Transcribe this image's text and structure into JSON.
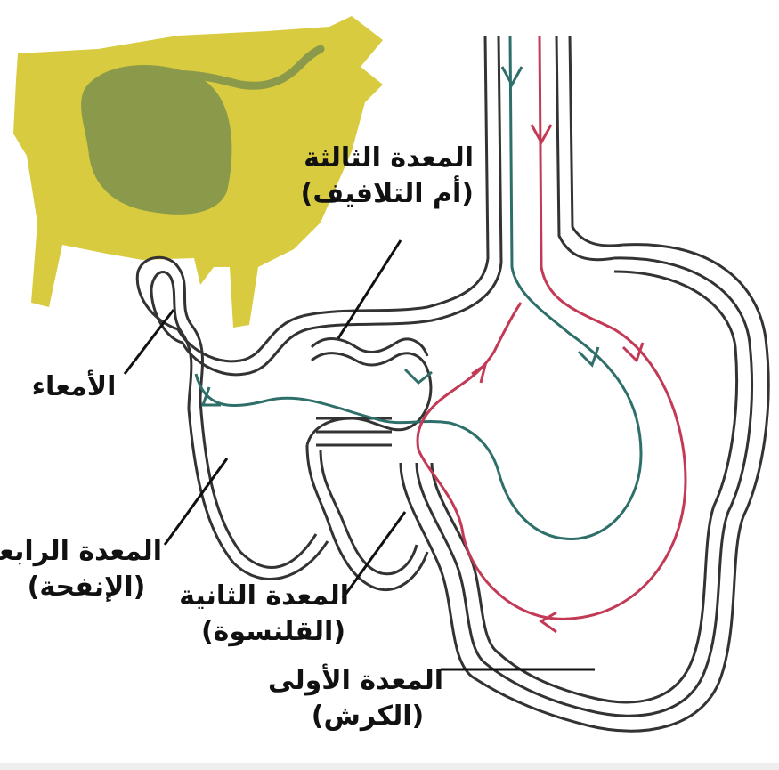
{
  "labels": {
    "omasum": {
      "line1": "المعدة الثالثة",
      "line2": "(أم التلافيف)"
    },
    "intestines": {
      "line1": "الأمعاء"
    },
    "abomasum": {
      "line1": "المعدة الرابعة",
      "line2": "(الإنفحة)"
    },
    "reticulum": {
      "line1": "المعدة الثانية",
      "line2": "(القلنسوة)"
    },
    "rumen": {
      "line1": "المعدة الأولى",
      "line2": "(الكرش)"
    }
  },
  "colors": {
    "cow_body": "#d8cb3f",
    "stomach_highlight": "#8a9a4a",
    "outline": "#333333",
    "swallow_path": "#2e6f6a",
    "regurgitation_path": "#c23a55"
  }
}
